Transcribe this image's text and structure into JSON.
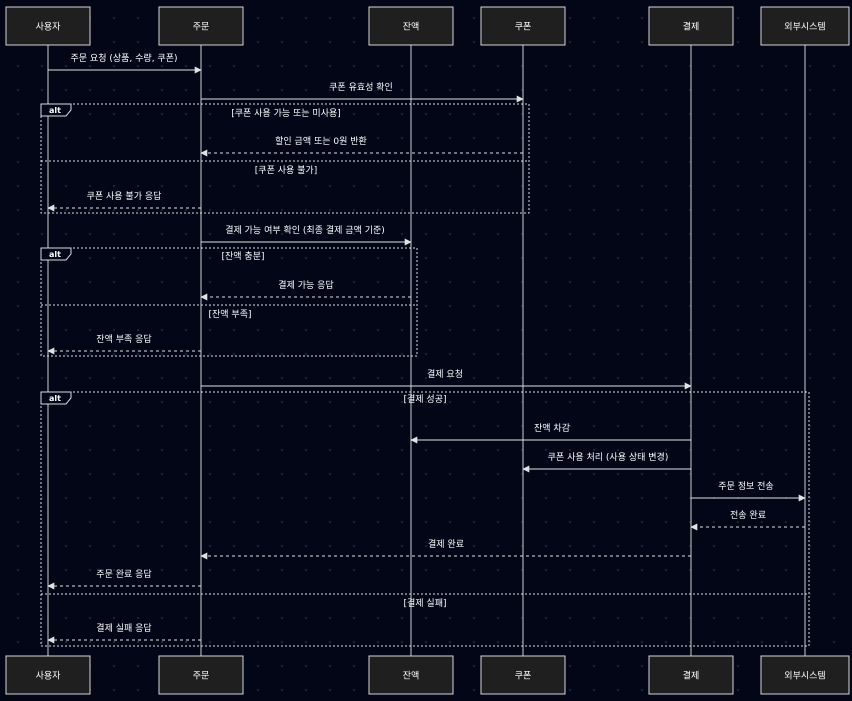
{
  "participants": [
    {
      "id": "user",
      "label": "사용자"
    },
    {
      "id": "order",
      "label": "주문"
    },
    {
      "id": "balance",
      "label": "잔액"
    },
    {
      "id": "coupon",
      "label": "쿠폰"
    },
    {
      "id": "payment",
      "label": "결제"
    },
    {
      "id": "external",
      "label": "외부시스템"
    }
  ],
  "messages": [
    {
      "from": "user",
      "to": "order",
      "label": "주문 요청 (상품, 수량, 쿠폰)",
      "dashed": false
    },
    {
      "from": "order",
      "to": "coupon",
      "label": "쿠폰 유효성 확인",
      "dashed": false
    },
    {
      "from": "coupon",
      "to": "order",
      "label": "할인 금액 또는 0원 반환",
      "dashed": true
    },
    {
      "from": "order",
      "to": "user",
      "label": "쿠폰 사용 불가 응답",
      "dashed": true
    },
    {
      "from": "order",
      "to": "balance",
      "label": "결제 가능 여부 확인 (최종 결제 금액 기준)",
      "dashed": false
    },
    {
      "from": "balance",
      "to": "order",
      "label": "결제 가능 응답",
      "dashed": true
    },
    {
      "from": "order",
      "to": "user",
      "label": "잔액 부족 응답",
      "dashed": true
    },
    {
      "from": "order",
      "to": "payment",
      "label": "결제 요청",
      "dashed": false
    },
    {
      "from": "payment",
      "to": "balance",
      "label": "잔액 차감",
      "dashed": false
    },
    {
      "from": "payment",
      "to": "coupon",
      "label": "쿠폰 사용 처리 (사용 상태 변경)",
      "dashed": false
    },
    {
      "from": "payment",
      "to": "external",
      "label": "주문 정보 전송",
      "dashed": false
    },
    {
      "from": "external",
      "to": "payment",
      "label": "전송 완료",
      "dashed": true
    },
    {
      "from": "payment",
      "to": "order",
      "label": "결제 완료",
      "dashed": true
    },
    {
      "from": "order",
      "to": "user",
      "label": "주문 완료 응답",
      "dashed": true
    },
    {
      "from": "order",
      "to": "user",
      "label": "결제 실패 응답",
      "dashed": true
    }
  ],
  "fragments": [
    {
      "keyword": "alt",
      "conditions": [
        "[쿠폰 사용 가능 또는 미사용]",
        "[쿠폰 사용 불가]"
      ]
    },
    {
      "keyword": "alt",
      "conditions": [
        "[잔액 충분]",
        "[잔액 부족]"
      ]
    },
    {
      "keyword": "alt",
      "conditions": [
        "[결제 성공]",
        "[결제 실패]"
      ]
    }
  ]
}
